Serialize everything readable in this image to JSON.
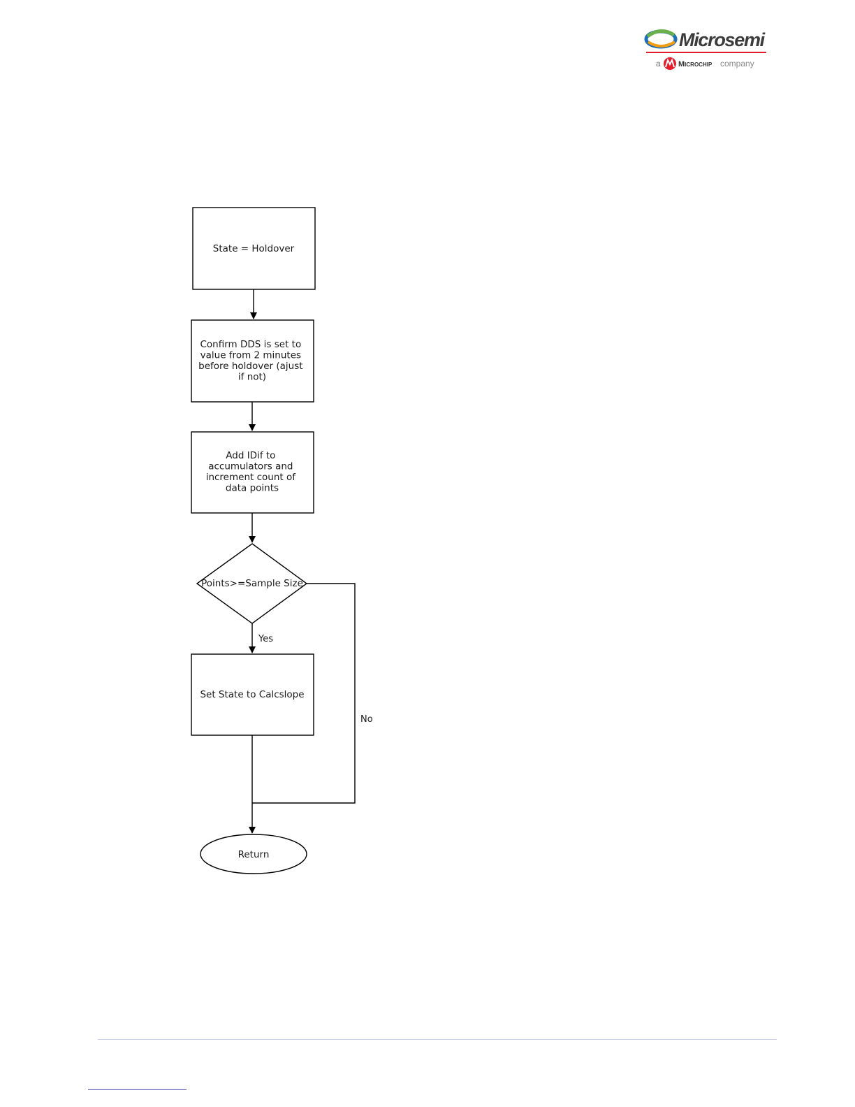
{
  "brand": {
    "name": "Microsemi",
    "tagline_prefix": "a",
    "parent": "Microchip",
    "tagline_suffix": "company",
    "colors": {
      "accent": "#e31d2b",
      "ring_green": "#6ab04c",
      "ring_blue": "#1d6fb8",
      "ring_orange": "#f39c12",
      "text": "#3b3b3b"
    }
  },
  "flowchart": {
    "nodes": [
      {
        "id": "state_holdover",
        "shape": "rect",
        "lines": [
          "State = Holdover"
        ]
      },
      {
        "id": "confirm_dds",
        "shape": "rect",
        "lines": [
          "Confirm DDS is set to",
          "value from 2 minutes",
          "before holdover (ajust",
          "if not)"
        ]
      },
      {
        "id": "add_idif",
        "shape": "rect",
        "lines": [
          "Add IDif to",
          "accumulators and",
          "increment count of",
          "data points"
        ]
      },
      {
        "id": "points_check",
        "shape": "diamond",
        "lines": [
          "Points>=Sample Size"
        ]
      },
      {
        "id": "set_calcslope",
        "shape": "rect",
        "lines": [
          "Set State to Calcslope"
        ]
      },
      {
        "id": "return",
        "shape": "ellipse",
        "lines": [
          "Return"
        ]
      }
    ],
    "edges": [
      {
        "from": "state_holdover",
        "to": "confirm_dds",
        "label": ""
      },
      {
        "from": "confirm_dds",
        "to": "add_idif",
        "label": ""
      },
      {
        "from": "add_idif",
        "to": "points_check",
        "label": ""
      },
      {
        "from": "points_check",
        "to": "set_calcslope",
        "label": "Yes"
      },
      {
        "from": "points_check",
        "to": "return",
        "label": "No"
      },
      {
        "from": "set_calcslope",
        "to": "return",
        "label": ""
      }
    ]
  }
}
